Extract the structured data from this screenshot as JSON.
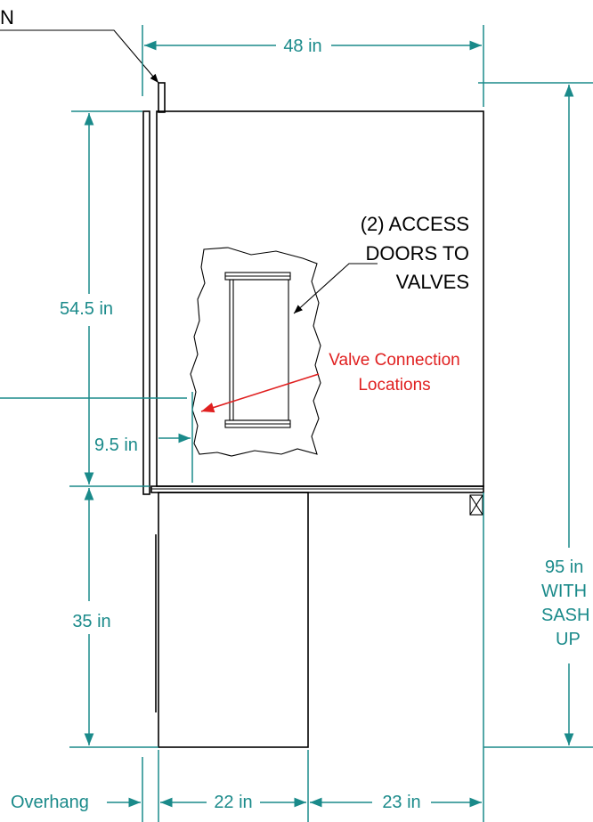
{
  "labels": {
    "corner_letter": "N",
    "width_top": "48 in",
    "height_upper": "54.5 in",
    "height_lower": "35 in",
    "height_total_1": "95 in",
    "height_total_2": "WITH",
    "height_total_3": "SASH",
    "height_total_4": "UP",
    "valve_offset": "9.5 in",
    "overhang": "Overhang",
    "width_left": "22 in",
    "width_right": "23 in"
  },
  "callouts": {
    "access_line1": "(2) ACCESS",
    "access_line2": "DOORS  TO",
    "access_line3": "VALVES",
    "valve_line1": "Valve Connection",
    "valve_line2": "Locations"
  },
  "colors": {
    "dimension": "#1a8a8a",
    "callout_red": "#e02020",
    "outline": "#000000"
  }
}
